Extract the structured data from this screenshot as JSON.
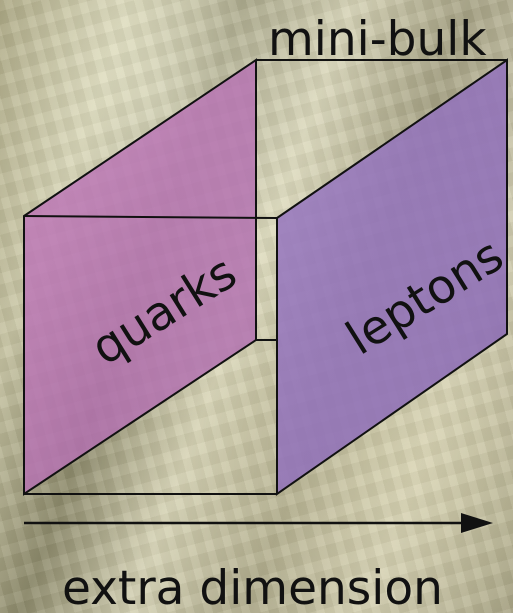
{
  "labels": {
    "mini_bulk": "mini-bulk",
    "quarks": "quarks",
    "leptons": "leptons",
    "extra_dimension": "extra dimension"
  },
  "colors": {
    "left_brane": "#b875b7",
    "right_brane": "#9278bd",
    "outline": "#111111"
  }
}
